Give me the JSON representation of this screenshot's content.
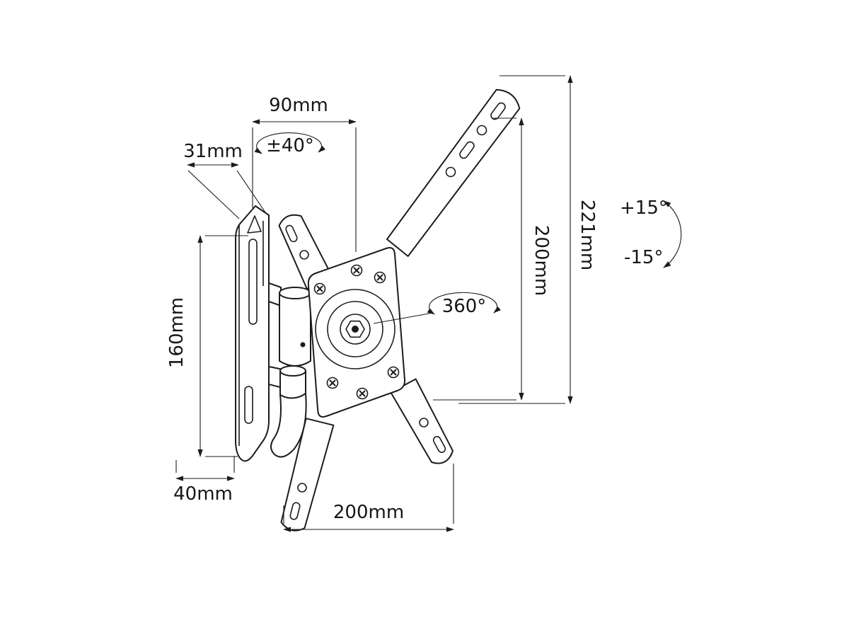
{
  "diagram": {
    "title": "Swivel and tilt TV wall mount - dimensional drawing",
    "labels": {
      "depth_total": "90mm",
      "plate_depth": "31mm",
      "swivel_range": "±40°",
      "plate_height": "160mm",
      "plate_width": "40mm",
      "vesa_height": "200mm",
      "overall_height": "221mm",
      "vesa_width": "200mm",
      "rotation_range": "360°",
      "tilt_up": "+15°",
      "tilt_down": "-15°"
    },
    "colors": {
      "line": "#1c1c1c",
      "background": "#ffffff"
    }
  }
}
